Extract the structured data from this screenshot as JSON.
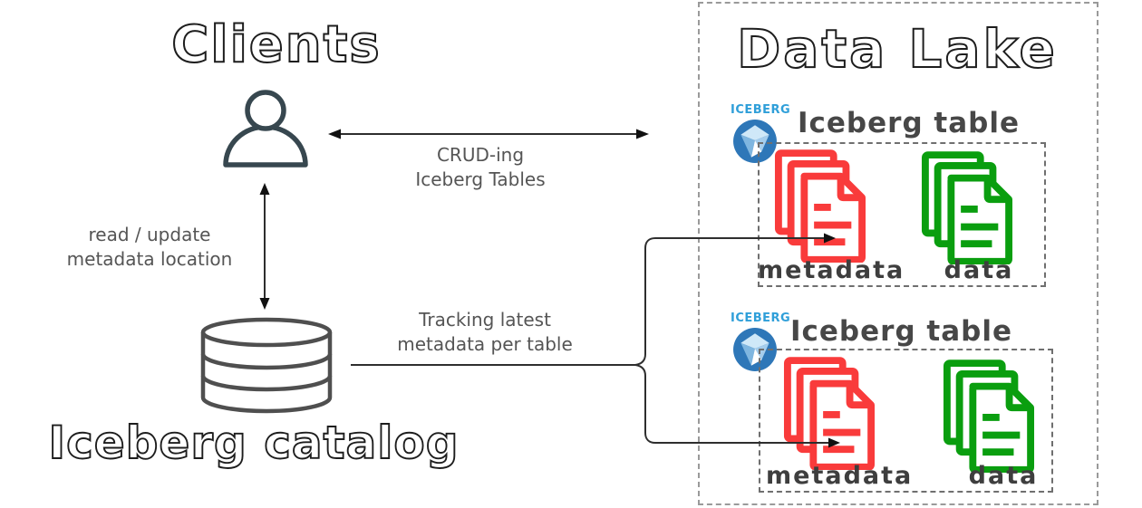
{
  "diagram": {
    "clients": {
      "title": "Clients"
    },
    "catalog": {
      "title": "Iceberg catalog"
    },
    "data_lake": {
      "title": "Data Lake"
    },
    "edges": {
      "crud": {
        "line1": "CRUD-ing",
        "line2": "Iceberg Tables"
      },
      "read_update": {
        "line1": "read / update",
        "line2": "metadata location"
      },
      "tracking": {
        "line1": "Tracking latest",
        "line2": "metadata per table"
      }
    },
    "tables": [
      {
        "logo_text": "ICEBERG",
        "title": "Iceberg table",
        "metadata_label": "metadata",
        "data_label": "data"
      },
      {
        "logo_text": "ICEBERG",
        "title": "Iceberg table",
        "metadata_label": "metadata",
        "data_label": "data"
      }
    ],
    "icons": [
      "person-icon",
      "database-cylinder-icon",
      "iceberg-logo-icon",
      "metadata-file-stack-icon",
      "data-file-stack-icon",
      "double-arrow",
      "branch-arrow"
    ],
    "colors": {
      "metadata_files": "#f93b3b",
      "data_files": "#0a9e0f",
      "iceberg_text_blue": "#2f9fd9",
      "iceberg_circle_blue": "#2e77b8",
      "person": "#37474f",
      "cylinder": "#4f4f4f",
      "arrow": "#2e2e2e",
      "label_gray": "#555555"
    }
  }
}
